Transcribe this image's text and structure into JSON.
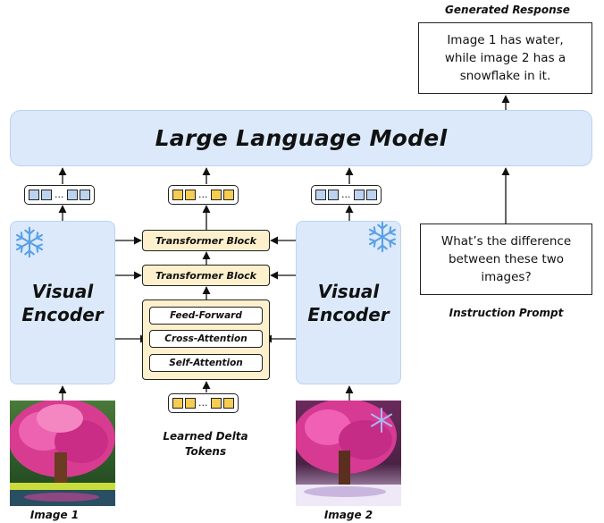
{
  "response": {
    "title": "Generated Response",
    "text": "Image 1 has water, while image 2 has a snowflake in it."
  },
  "llm": {
    "label": "Large Language Model"
  },
  "left_encoder": {
    "line1": "Visual",
    "line2": "Encoder",
    "icon": "snowflake-icon"
  },
  "right_encoder": {
    "line1": "Visual",
    "line2": "Encoder",
    "icon": "snowflake-icon"
  },
  "transformer_blocks": [
    "Transformer Block",
    "Transformer Block"
  ],
  "delta_module": {
    "layers": [
      "Feed-Forward",
      "Cross-Attention",
      "Self-Attention"
    ]
  },
  "delta_tokens": {
    "line1": "Learned Delta",
    "line2": "Tokens"
  },
  "token_strip": {
    "ellipsis": "..."
  },
  "instruction": {
    "text": "What’s the difference between these two images?",
    "title": "Instruction Prompt"
  },
  "images": [
    {
      "caption": "Image 1"
    },
    {
      "caption": "Image 2"
    }
  ],
  "colors": {
    "encoder_fill": "#dbe9fb",
    "llm_fill": "#dbe9fb",
    "block_fill": "#fdf0cc",
    "blue_token": "#bcd3f0",
    "yellow_token": "#f6cd53",
    "tree_pink": "#e0449b"
  }
}
